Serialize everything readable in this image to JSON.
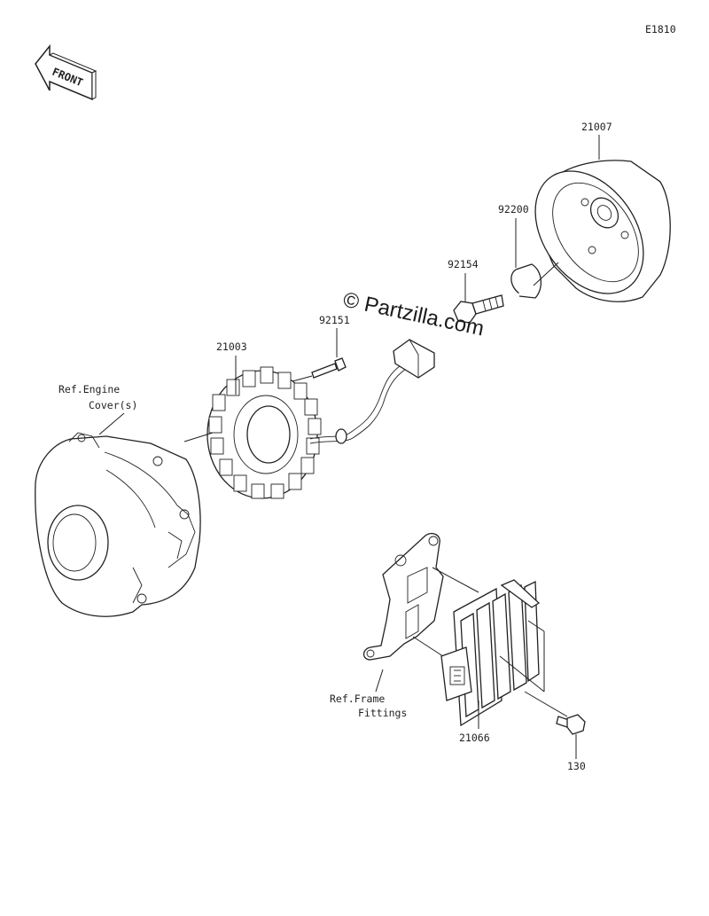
{
  "diagram_code": "E1810",
  "front_label": "FRONT",
  "watermark": "© Partzilla.com",
  "callouts": {
    "flywheel": "21007",
    "collar": "92200",
    "flywheel_bolt": "92154",
    "stator_bolt": "92151",
    "stator": "21003",
    "regulator": "21066",
    "regulator_bolt": "130"
  },
  "references": {
    "engine_cover_line1": "Ref.Engine",
    "engine_cover_line2": "Cover(s)",
    "frame_fittings_line1": "Ref.Frame",
    "frame_fittings_line2": "Fittings"
  }
}
